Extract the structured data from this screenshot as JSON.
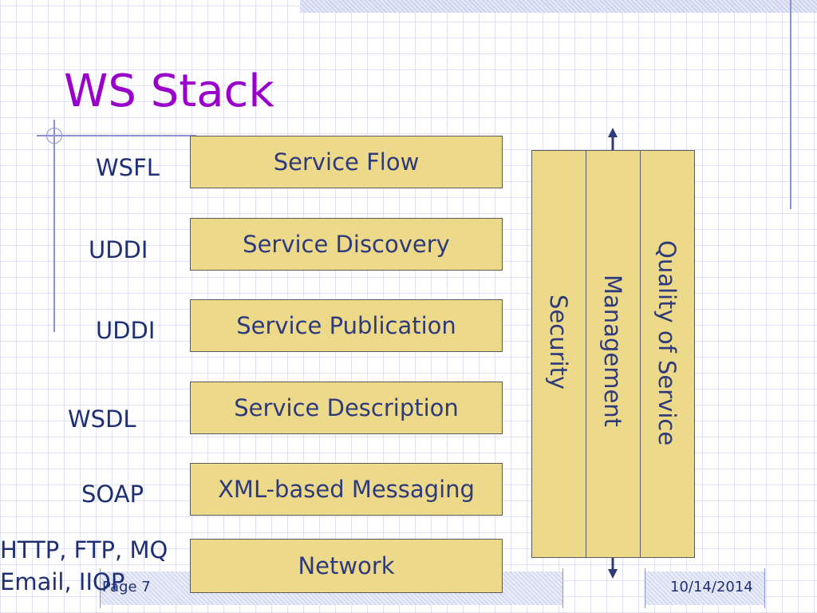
{
  "slide": {
    "title": "WS Stack",
    "page_label": "Page 7",
    "date": "10/14/2014"
  },
  "stack_layers": [
    {
      "name": "Service Flow",
      "protocol": "WSFL"
    },
    {
      "name": "Service Discovery",
      "protocol": "UDDI"
    },
    {
      "name": "Service Publication",
      "protocol": "UDDI"
    },
    {
      "name": "Service Description",
      "protocol": "WSDL"
    },
    {
      "name": "XML-based Messaging",
      "protocol": "SOAP"
    },
    {
      "name": "Network",
      "protocol_line1": "HTTP, FTP, MQ",
      "protocol_line2": "Email, IIOP"
    }
  ],
  "vertical_layers": [
    "Security",
    "Management",
    "Quality of Service"
  ],
  "colors": {
    "title": "#9900cc",
    "box_fill": "#ecd98a",
    "text": "#2e3a7a",
    "arrow": "#2e3a7a"
  }
}
